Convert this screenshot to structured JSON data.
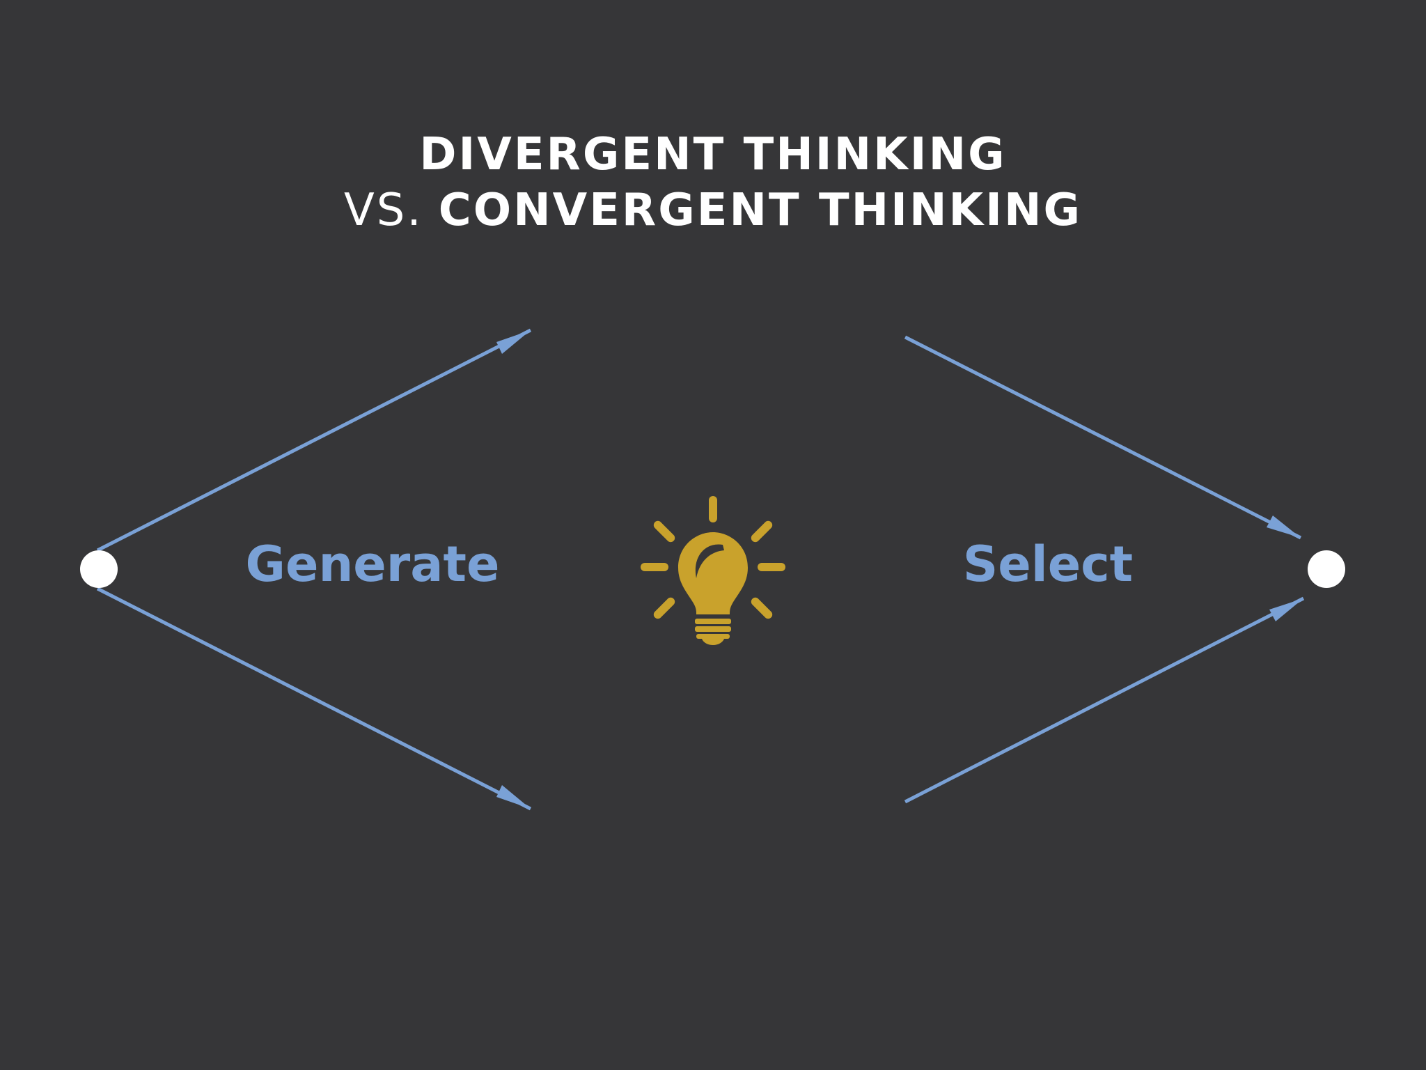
{
  "title": {
    "line1": "DIVERGENT THINKING",
    "vs": "VS.",
    "line2": "CONVERGENT THINKING"
  },
  "labels": {
    "diverge": "Generate",
    "converge": "Select"
  },
  "icons": {
    "center": "lightbulb-icon"
  },
  "colors": {
    "background": "#363638",
    "arrow": "#7aa1d6",
    "label": "#7aa1d6",
    "bulb": "#c9a22c",
    "node": "#ffffff",
    "title": "#ffffff"
  }
}
